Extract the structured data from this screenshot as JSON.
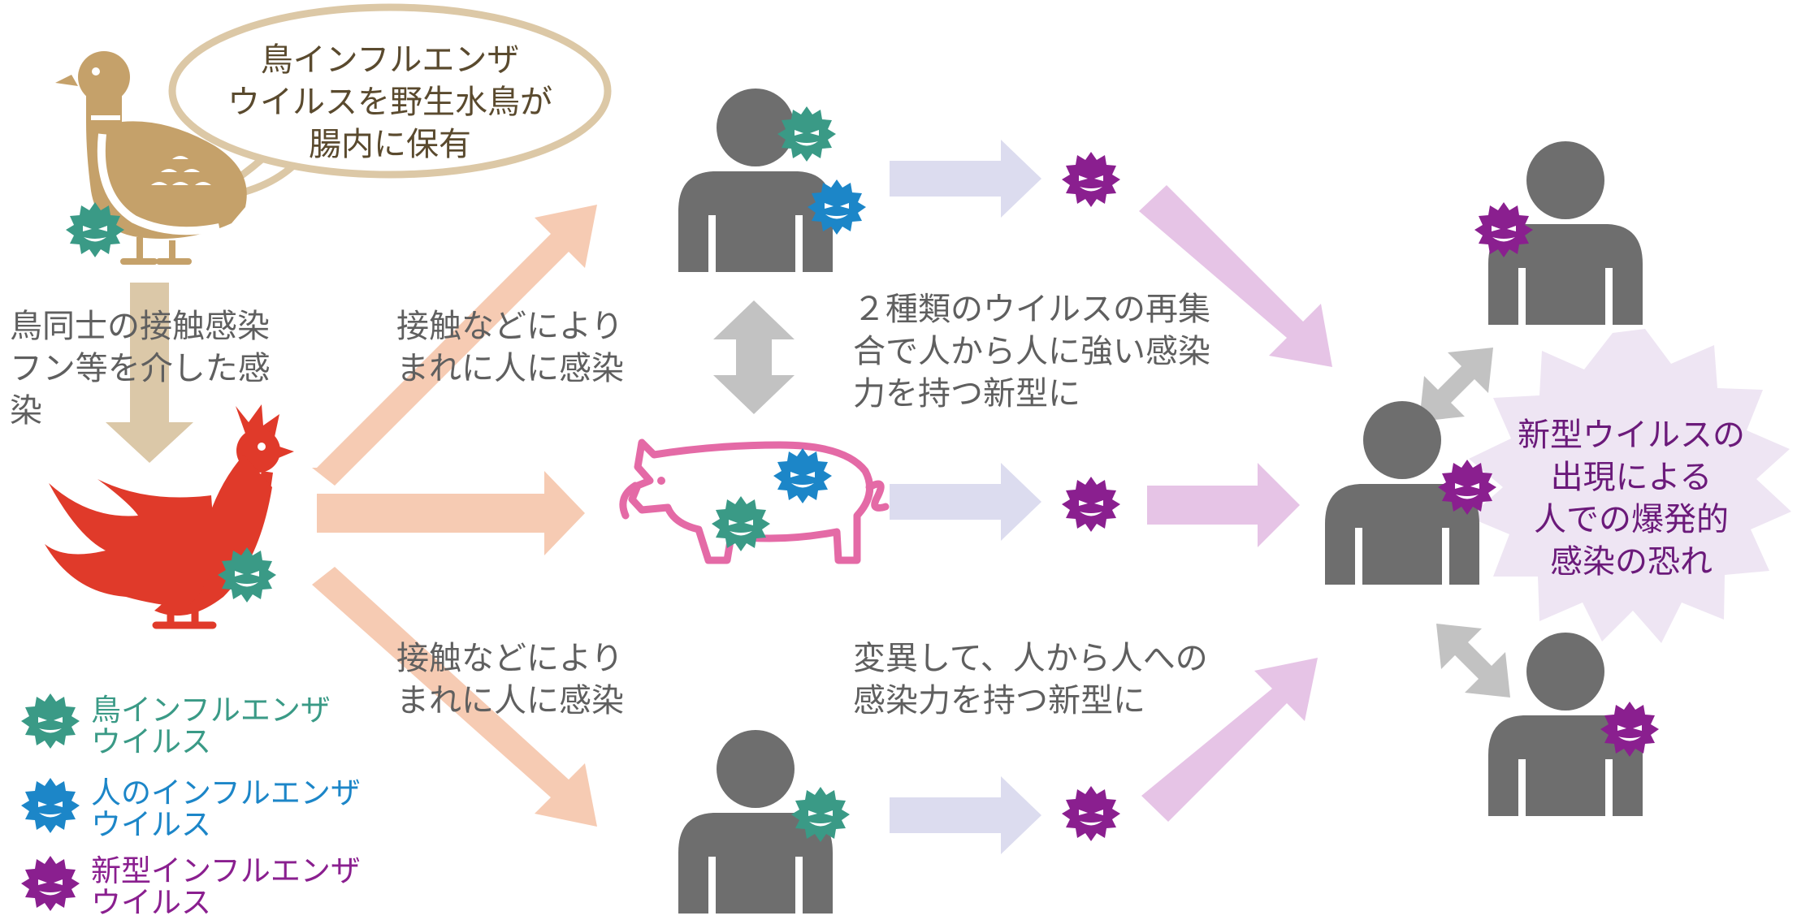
{
  "bubble_text": "鳥インフルエンザ\nウイルスを野生水鳥が\n腸内に保有",
  "bird_to_bird": "鳥同士の接触感染\nフン等を介した感染",
  "contact_rare_upper": "接触などにより\nまれに人に感染",
  "contact_rare_lower": "接触などにより\nまれに人に感染",
  "reassortment": "２種類のウイルスの再集\n合で人から人に強い感染\n力を持つ新型に",
  "mutation": "変異して、人から人への\n感染力を持つ新型に",
  "outbreak": "新型ウイルスの\n出現による\n人での爆発的\n感染の恐れ",
  "legend": [
    {
      "label": "鳥インフルエンザ\nウイルス",
      "virus": "avian",
      "color": "#3a9a86"
    },
    {
      "label": "人のインフルエンザ\nウイルス",
      "virus": "human",
      "color": "#1c86c8"
    },
    {
      "label": "新型インフルエンザ\nウイルス",
      "virus": "novel",
      "color": "#8a1f8f"
    }
  ],
  "colors": {
    "avian": "#3a9a86",
    "human": "#1c86c8",
    "novel": "#8a1f8f",
    "person": "#6e6e6e",
    "duck": "#c5a16a",
    "chicken": "#e03a2a",
    "pig": "#e46aa6",
    "arrow_peach": "#f6cbb3",
    "arrow_lavender": "#dcdcef",
    "arrow_pink": "#e6c4e6",
    "arrow_beige": "#dbc8a8",
    "arrow_gray": "#c2c2c2",
    "starburst": "#eee5f3",
    "bubble_border": "#dcc8a6"
  }
}
